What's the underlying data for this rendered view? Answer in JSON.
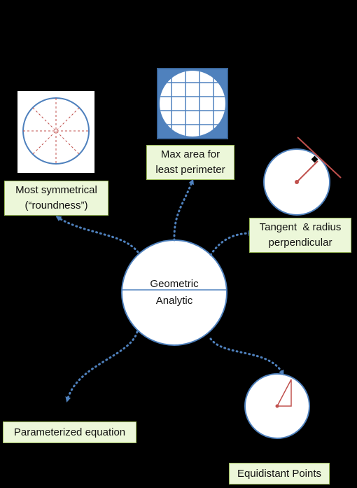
{
  "center": {
    "top_label": "Geometric",
    "bottom_label": "Analytic"
  },
  "labels": {
    "symmetry": [
      "Most symmetrical",
      "(“roundness”)"
    ],
    "max_area": [
      "Max area for",
      "least perimeter"
    ],
    "tangent": [
      "Tangent  & radius",
      "perpendicular"
    ],
    "parameterized": "Parameterized equation",
    "equidistant": "Equidistant Points"
  },
  "colors": {
    "background": "#000000",
    "circle_stroke": "#4f81bd",
    "arrow": "#4f81bd",
    "box_fill": "#ecf7d9",
    "box_border": "#9bbb59",
    "accent_red": "#c0504d",
    "grid_fill": "#4f81bd"
  },
  "icons": [
    "symmetry-circle-icon",
    "grid-circle-icon",
    "tangent-circle-icon",
    "equidistant-circle-icon"
  ]
}
